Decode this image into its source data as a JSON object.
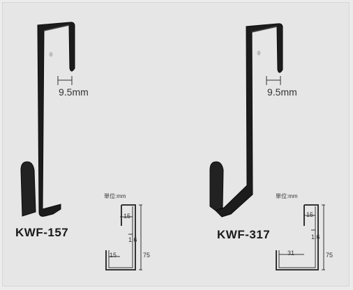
{
  "products": [
    {
      "model": "KWF-157",
      "gap": "9.5mm",
      "unit_note": "単位:mm",
      "dims": {
        "top_inner": "15",
        "thickness": "1.6",
        "bottom_inner": "15",
        "height": "75"
      }
    },
    {
      "model": "KWF-317",
      "gap": "9.5mm",
      "unit_note": "単位:mm",
      "dims": {
        "top_inner": "15",
        "thickness": "1.6",
        "bottom_inner": "31",
        "height": "75"
      }
    }
  ],
  "colors": {
    "hook": "#1c1c1c",
    "background": "#e6e6e6",
    "line": "#333333"
  }
}
